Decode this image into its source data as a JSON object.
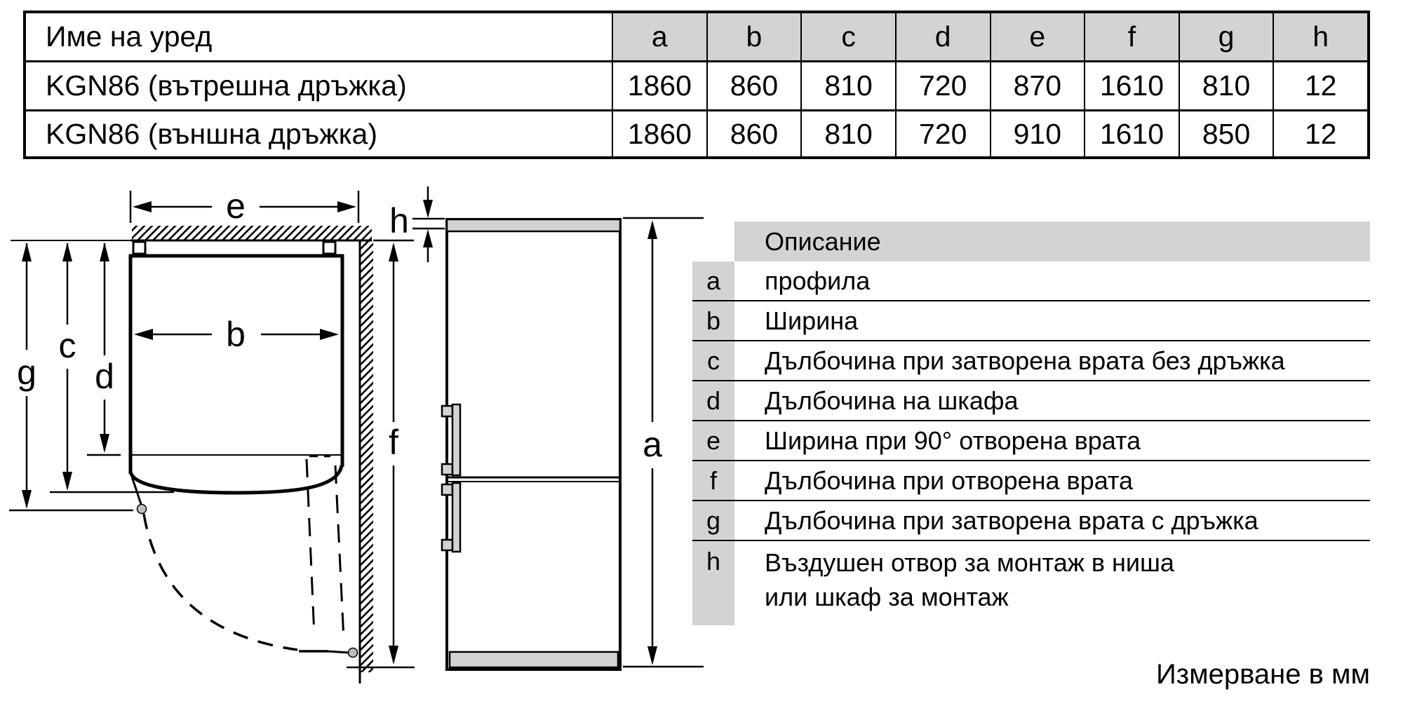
{
  "dim_table": {
    "name_header": "Име на уред",
    "col_headers": [
      "a",
      "b",
      "c",
      "d",
      "e",
      "f",
      "g",
      "h"
    ],
    "rows": [
      {
        "name": "KGN86 (вътрешна дръжка)",
        "values": [
          "1860",
          "860",
          "810",
          "720",
          "870",
          "1610",
          "810",
          "12"
        ]
      },
      {
        "name": "KGN86 (външна дръжка)",
        "values": [
          "1860",
          "860",
          "810",
          "720",
          "910",
          "1610",
          "850",
          "12"
        ]
      }
    ]
  },
  "legend": {
    "header": "Описание",
    "rows": [
      {
        "letter": "a",
        "lines": [
          "профила"
        ]
      },
      {
        "letter": "b",
        "lines": [
          "Ширина"
        ]
      },
      {
        "letter": "c",
        "lines": [
          "Дълбочина при затворена врата без дръжка"
        ]
      },
      {
        "letter": "d",
        "lines": [
          "Дълбочина на шкафа"
        ]
      },
      {
        "letter": "e",
        "lines": [
          "Ширина при 90° отворена врата"
        ]
      },
      {
        "letter": "f",
        "lines": [
          "Дълбочина при отворена врата"
        ]
      },
      {
        "letter": "g",
        "lines": [
          "Дълбочина при затворена врата с дръжка"
        ]
      },
      {
        "letter": "h",
        "lines": [
          "Въздушен отвор за монтаж в ниша",
          "или шкаф за монтаж"
        ]
      }
    ]
  },
  "diagram": {
    "labels": {
      "a": "a",
      "b": "b",
      "c": "c",
      "d": "d",
      "e": "e",
      "f": "f",
      "g": "g",
      "h": "h"
    }
  },
  "footer": {
    "note": "Измерване в мм"
  },
  "colors": {
    "gray": "#d3d3d3",
    "line": "#000000"
  }
}
